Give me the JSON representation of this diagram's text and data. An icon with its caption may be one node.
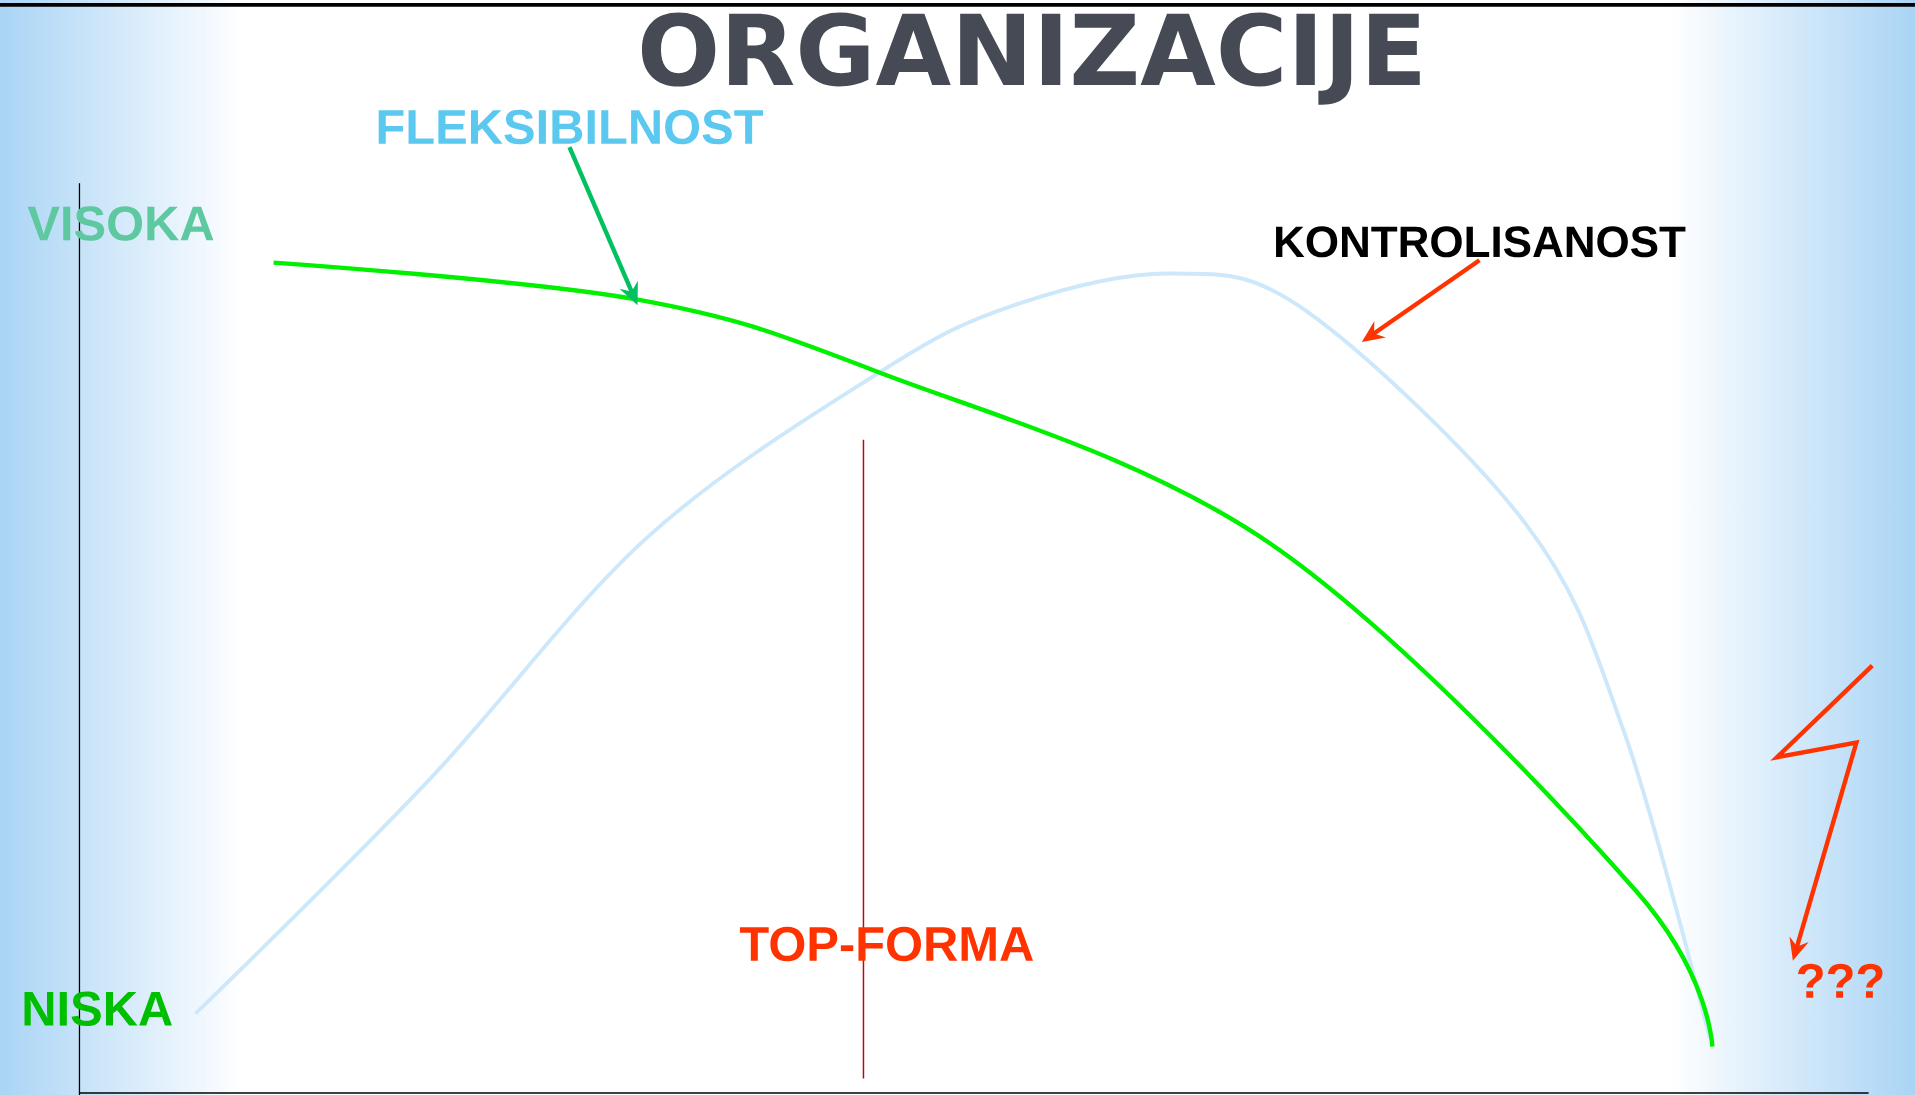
{
  "diagram": {
    "title": "ORGANIZACIJE",
    "nodes": [
      {
        "text": [
          "FLEKSIBILNOST"
        ]
      },
      {
        "text": [
          "KONTROLISANOST"
        ]
      },
      {
        "text": [
          "???"
        ]
      }
    ],
    "edges": [
      {
        "from": 0,
        "to": null,
        "arrow": "to",
        "color": "#00c060"
      },
      {
        "from": 1,
        "to": null,
        "arrow": "to"
      },
      {
        "from": null,
        "to": 2,
        "arrow": "to"
      }
    ],
    "labels": [
      "VISOKA",
      "NISKA",
      "TOP-FORMA"
    ]
  }
}
